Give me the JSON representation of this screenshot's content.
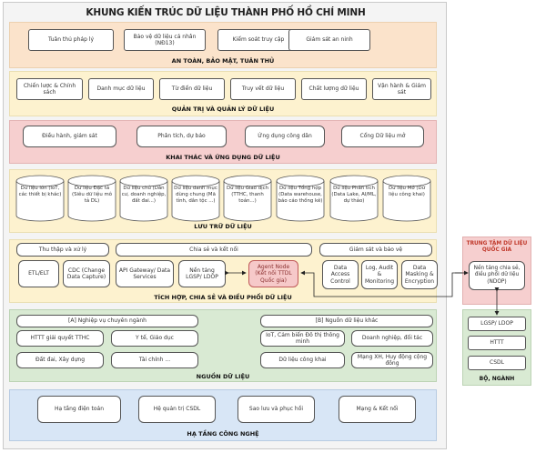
{
  "title": "KHUNG KIẾN TRÚC DỮ LIỆU THÀNH PHỐ HỒ CHÍ MINH",
  "colors": {
    "security": "#fbe3cb",
    "governance": "#fdf2cf",
    "applications": "#f6cfcf",
    "storage": "#fdf2cf",
    "integration": "#fdf2cf",
    "sources": "#d9ead3",
    "infrastructure": "#d8e6f6",
    "national_title": "#c0392b"
  },
  "security": {
    "label": "AN TOÀN, BẢO MẬT, TUÂN THỦ",
    "items": [
      "Tuân thủ pháp lý",
      "Bảo vệ dữ liệu cá nhân (NĐ13)",
      "Kiểm soát truy cập",
      "Giám sát an ninh"
    ]
  },
  "governance": {
    "label": "QUẢN TRỊ VÀ QUẢN LÝ DỮ LIỆU",
    "items": [
      "Chiến lược & Chính sách",
      "Danh mục dữ liệu",
      "Từ điển dữ liệu",
      "Truy vết dữ liệu",
      "Chất lượng dữ liệu",
      "Vận hành & Giám sát"
    ]
  },
  "applications": {
    "label": "KHAI THÁC VÀ ỨNG DỤNG DỮ LIỆU",
    "items": [
      "Điều hành, giám sát",
      "Phân tích, dự báo",
      "Ứng dụng công dân",
      "Cổng Dữ liệu mở"
    ]
  },
  "storage": {
    "label": "LƯU TRỮ DỮ LIỆU",
    "items": [
      "Dữ liệu lớn (IoT, các thiết bị khác)",
      "Dữ liệu Đặc tả (Siêu dữ liệu mô tả DL)",
      "Dữ liệu chủ (Dân cư, doanh nghiệp, đất đai...)",
      "Dữ liệu danh mục dùng chung (Mã tỉnh, dân tộc ...)",
      "Dữ liệu Giao dịch (TTHC, thanh toán...)",
      "Dữ liệu Tổng hợp (Data warehouse, báo cáo thống kê)",
      "Dữ liệu Phân tích (Data Lake, AI/ML, dự thảo)",
      "Dữ liệu Mở (Dữ liệu công khai)"
    ]
  },
  "integration": {
    "label": "TÍCH HỢP, CHIA SẺ VÀ ĐIỀU PHỐI DỮ LIỆU",
    "groups": [
      {
        "title": "Thu thập và xử lý",
        "items": [
          "ETL/ELT",
          "CDC (Change Data Capture)"
        ]
      },
      {
        "title": "Chia sẻ và kết nối",
        "items": [
          "API Gateway/ Data Services",
          "Nền tảng LGSP/ LDOP",
          "Agent Node (Kết nối TTDL Quốc gia)"
        ]
      },
      {
        "title": "Giám sát và bảo vệ",
        "items": [
          "Data Access Control",
          "Log, Audit & Monitoring",
          "Data Masking & Encryption"
        ]
      }
    ]
  },
  "sources": {
    "label": "NGUỒN DỮ LIỆU",
    "group_a": {
      "title": "[A] Nghiệp vụ chuyên ngành",
      "items": [
        "HTTT giải quyết TTHC",
        "Y tế, Giáo dục",
        "Đất đai, Xây dựng",
        "Tài chính ..."
      ]
    },
    "group_b": {
      "title": "[B] Nguồn dữ liệu khác",
      "items": [
        "IoT, Cảm biến Đô thị thông minh",
        "Doanh nghiệp, đối tác",
        "Dữ liệu công khai",
        "Mạng XH, Huy động cộng đồng"
      ]
    }
  },
  "infrastructure": {
    "label": "HẠ TẦNG CÔNG NGHỆ",
    "items": [
      "Hạ tầng điện toán",
      "Hệ quản trị CSDL",
      "Sao lưu và phục hồi",
      "Mạng & Kết nối"
    ]
  },
  "national_center": {
    "title": "TRUNG TÂM DỮ LIỆU QUỐC GIA",
    "platform": "Nền tảng chia sẻ, điều phối dữ liệu (NDOP)"
  },
  "ministries": {
    "label": "BỘ, NGÀNH",
    "items": [
      "LGSP/ LDOP",
      "HTTT",
      "CSDL"
    ]
  }
}
